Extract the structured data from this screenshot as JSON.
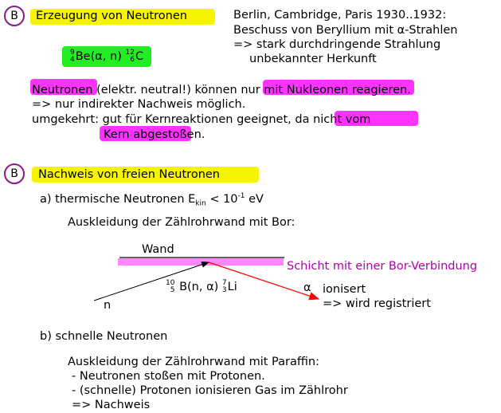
{
  "section1": {
    "badge": "B",
    "title": "Erzeugung von Neutronen",
    "history": [
      "Berlin, Cambridge, Paris 1930..1932:",
      "Beschuss von Beryllium mit α-Strahlen",
      "=> stark durchdringende Strahlung",
      "unbekannter Herkunft"
    ],
    "reaction": {
      "a_top": "9",
      "a_bot": "4",
      "el": "Be(α, n)",
      "b_top": "12",
      "b_bot": "6",
      "prod": "C"
    },
    "p1a": "Neutronen",
    "p1b": " (elektr. neutral!) können ",
    "p1c": "nur mit Nukleonen reag",
    "p1d": "ieren.",
    "p2": "=> nur indirekter Nachweis möglich.",
    "p3a": "umgekehrt: gut für Kernreaktionen geeignet, da ",
    "p3b": "nicht vom",
    "p4": "Kern abgestoßen",
    "p4b": "."
  },
  "section2": {
    "badge": "B",
    "title": "Nachweis von freien Neutronen",
    "a_label": "a) thermische Neutronen E",
    "a_sub": "kin",
    "a_rest": " < 10",
    "a_sup": "-1",
    "a_unit": " eV",
    "a_lining": "Auskleidung der Zählrohrwand mit Bor:",
    "diagram": {
      "wall": "Wand",
      "layer": "Schicht mit einer Bor-Verbindung",
      "n": "n",
      "r_top": "10",
      "r_bot": "5",
      "r_mid": "B(n, α)",
      "p_top": "7",
      "p_bot": "3",
      "p_el": "Li",
      "alpha": "α",
      "ion": "ionisert",
      "reg": "=> wird registriert"
    },
    "b_label": "b) schnelle Neutronen",
    "b_lines": [
      "Auskleidung der Zählrohrwand mit Paraffin:",
      "- Neutronen stoßen mit Protonen.",
      "- (schnelle) Protonen ionisieren Gas im Zählrohr",
      "=> Nachweis"
    ]
  },
  "colors": {
    "yellow": "#f5f500",
    "green": "#22ee22",
    "magenta": "#ff33ff",
    "purple": "#8a1a8a",
    "red": "#ff0000",
    "pink": "#ff88ff",
    "layer_text": "#b000b0"
  }
}
